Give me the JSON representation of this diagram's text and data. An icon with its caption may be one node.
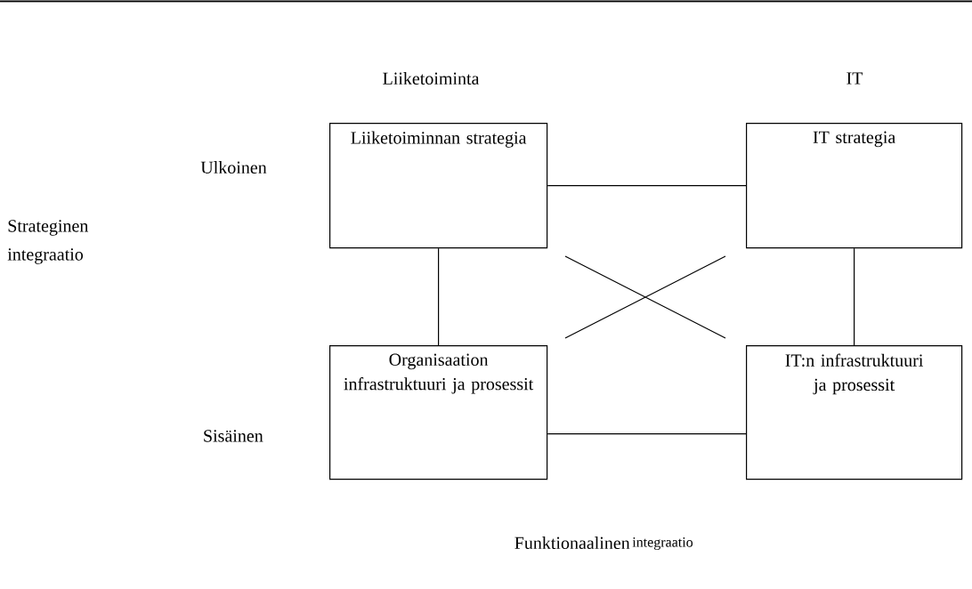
{
  "diagram": {
    "nodes": [
      {
        "text": [
          "Liiketoiminnan strategia"
        ]
      },
      {
        "text": [
          "IT strategia"
        ]
      },
      {
        "text": [
          "Organisaation infrastruktuuri ja prosessit"
        ]
      },
      {
        "text": [
          "IT:n infrastruktuuri ja prosessit"
        ]
      }
    ],
    "edges": [
      {
        "from": 0,
        "to": 1,
        "arrow": "none"
      },
      {
        "from": 0,
        "to": 2,
        "arrow": "none"
      },
      {
        "from": 1,
        "to": 3,
        "arrow": "none"
      },
      {
        "from": 2,
        "to": 3,
        "arrow": "none"
      }
    ],
    "labels": [
      "Liiketoiminta",
      "IT",
      "Ulkoinen",
      "Strateginen integraatio",
      "Sisäinen",
      "Funktionaalinen",
      "integraatio"
    ]
  }
}
